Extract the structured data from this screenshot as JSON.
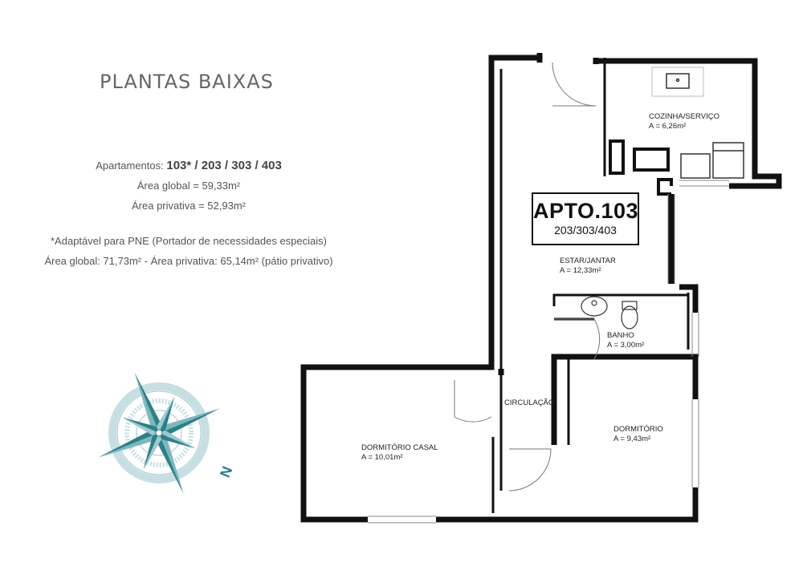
{
  "title": "PLANTAS BAIXAS",
  "info": {
    "apartments_label": "Apartamentos:",
    "apartments_numbers": "103* / 203 / 303 / 403",
    "area_global": "Área global = 59,33m²",
    "area_privativa": "Área privativa = 52,93m²",
    "pne_note": "*Adaptável para PNE (Portador de necessidades especiais)",
    "pne_areas": "Área global: 71,73m²  -  Área privativa: 65,14m² (pátio privativo)"
  },
  "apto": {
    "main": "APTO.103",
    "sub": "203/303/403"
  },
  "rooms": {
    "cozinha": {
      "name": "COZINHA/SERVIÇO",
      "area": "A = 6,26m²"
    },
    "estar": {
      "name": "ESTAR/JANTAR",
      "area": "A = 12,33m²"
    },
    "banho": {
      "name": "BANHO",
      "area": "A = 3,00m²"
    },
    "circulacao": {
      "name": "CIRCULAÇÃO"
    },
    "dormitorio": {
      "name": "DORMITÓRIO",
      "area": "A = 9,43m²"
    },
    "dormitorio_casal": {
      "name": "DORMITÓRIO CASAL",
      "area": "A = 10,01m²"
    }
  },
  "compass": {
    "north_label": "N"
  },
  "colors": {
    "wall": "#111111",
    "compass": "#2f7f88",
    "compass_light": "#9cc9cf",
    "text": "#555555"
  }
}
